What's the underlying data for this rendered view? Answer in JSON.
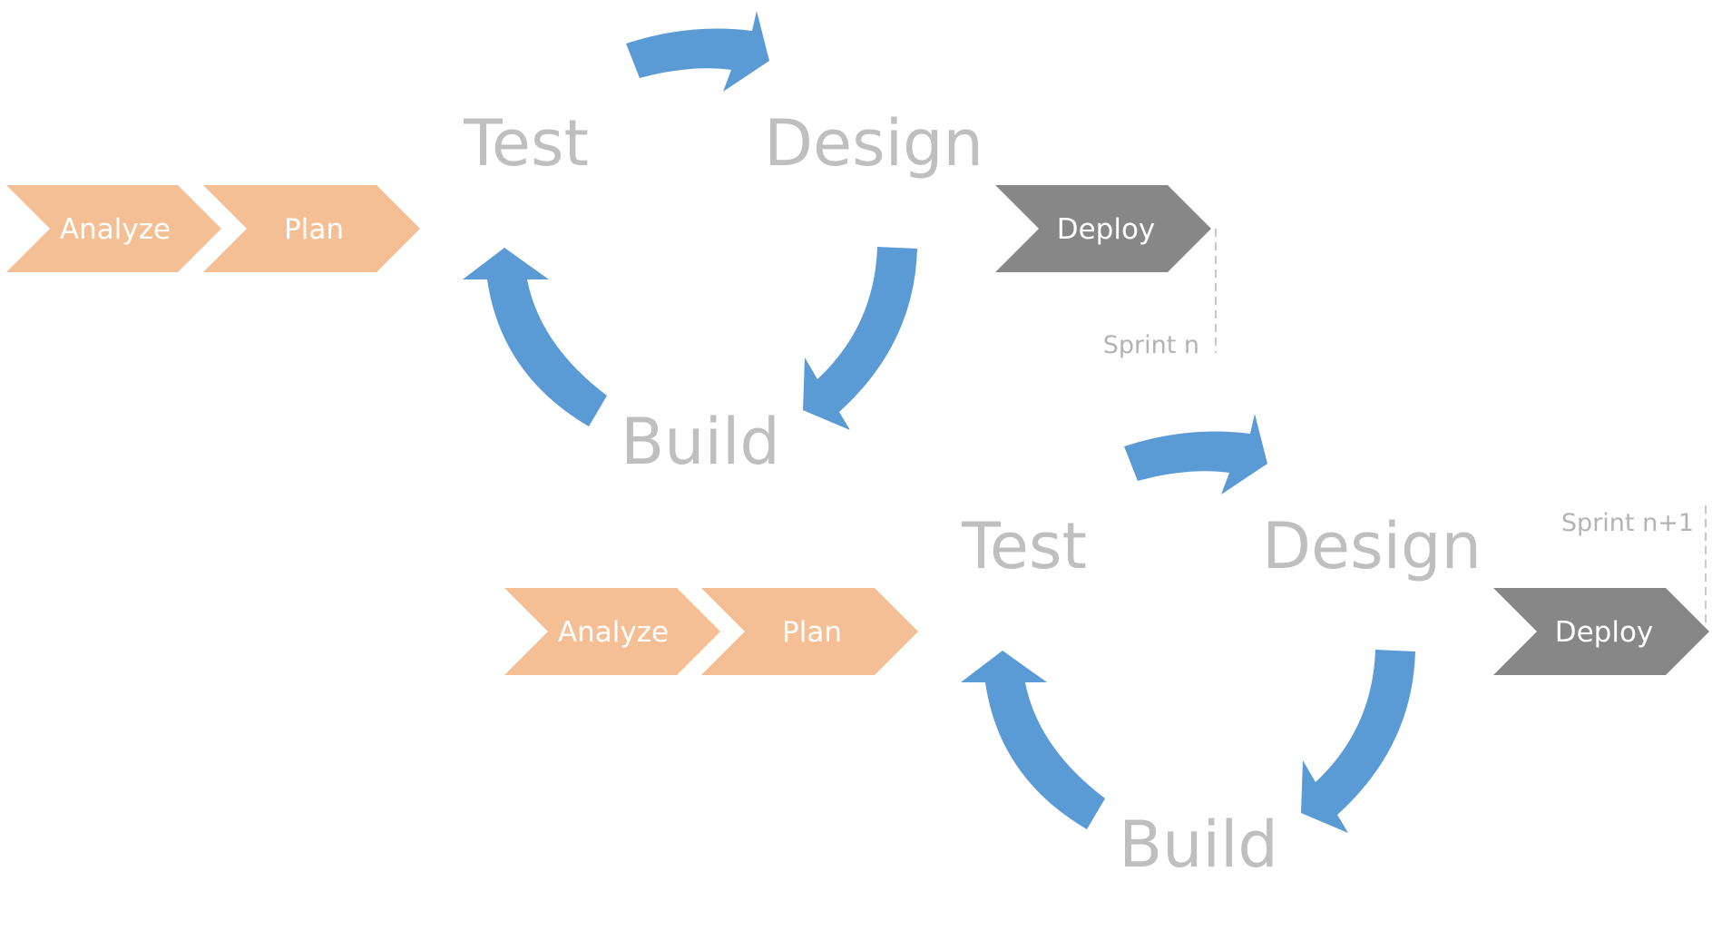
{
  "colors": {
    "chevron_orange": "#f5bf96",
    "chevron_gray": "#878787",
    "arrow_blue": "#5b9bd5",
    "cycle_text": "#bfbfbf",
    "sprint_text": "#b3b3b3",
    "sprint_line": "#c8c8c8"
  },
  "sprints": [
    {
      "analyze_label": "Analyze",
      "plan_label": "Plan",
      "deploy_label": "Deploy",
      "test_label": "Test",
      "design_label": "Design",
      "build_label": "Build",
      "sprint_label": "Sprint n"
    },
    {
      "analyze_label": "Analyze",
      "plan_label": "Plan",
      "deploy_label": "Deploy",
      "test_label": "Test",
      "design_label": "Design",
      "build_label": "Build",
      "sprint_label": "Sprint n+1"
    }
  ]
}
